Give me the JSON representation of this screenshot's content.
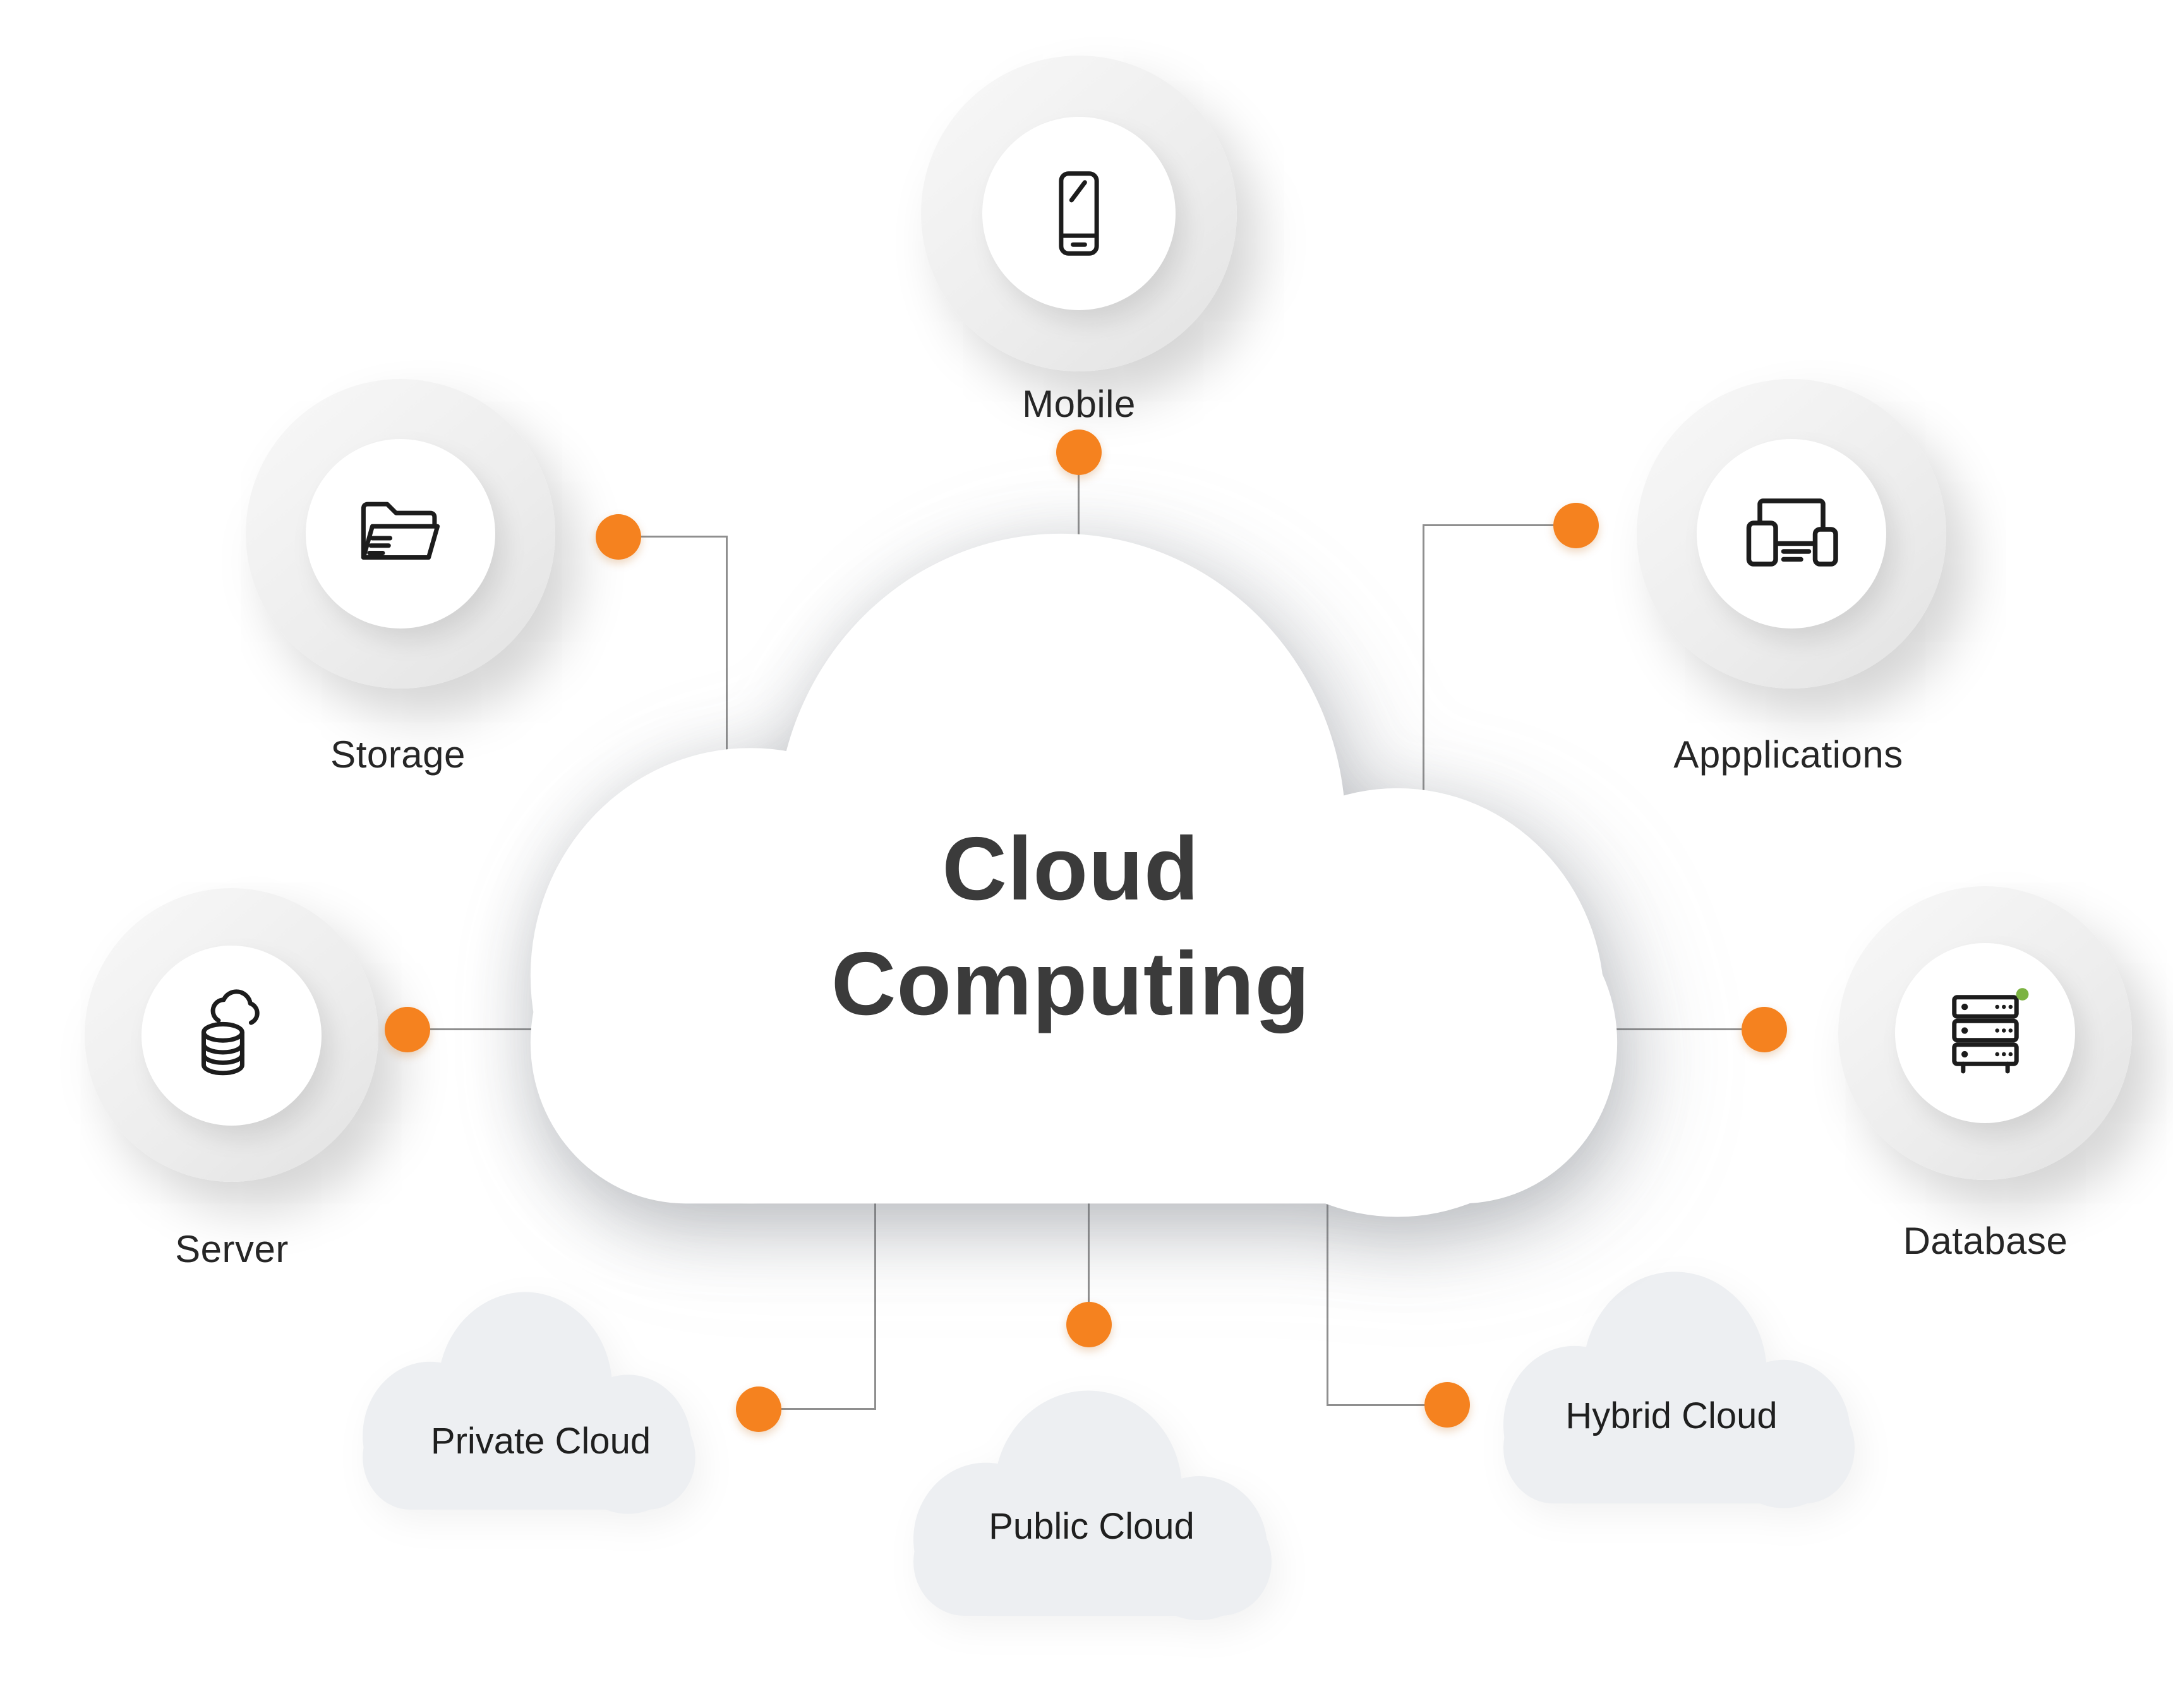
{
  "diagram": {
    "title_line1": "Cloud",
    "title_line2": "Computing"
  },
  "nodes": [
    {
      "id": "mobile",
      "label": "Mobile",
      "icon": "smartphone-icon"
    },
    {
      "id": "storage",
      "label": "Storage",
      "icon": "folder-icon"
    },
    {
      "id": "applications",
      "label": "Appplications",
      "icon": "devices-icon"
    },
    {
      "id": "server",
      "label": "Server",
      "icon": "cloud-disks-icon"
    },
    {
      "id": "database",
      "label": "Database",
      "icon": "server-rack-icon"
    }
  ],
  "cloud_types": [
    {
      "id": "private",
      "label": "Private Cloud"
    },
    {
      "id": "public",
      "label": "Public Cloud"
    },
    {
      "id": "hybrid",
      "label": "Hybrid Cloud"
    }
  ],
  "colors": {
    "accent_orange": "#F5821F",
    "status_green": "#7CB342",
    "title_text": "#3B3B3B",
    "label_text": "#262626",
    "connector_line": "#8F8F8F",
    "soft_cloud_fill": "#EDEFF2",
    "main_cloud_fill": "#FFFFFF"
  }
}
